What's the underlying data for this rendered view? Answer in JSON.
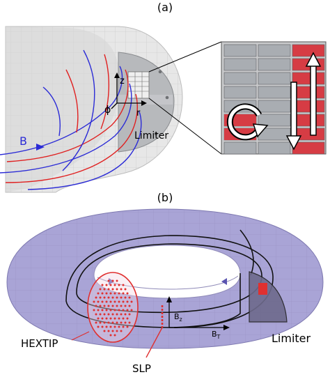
{
  "panel_a": {
    "title": "(a)",
    "label_z": "z",
    "label_phi": "ϕ",
    "label_r": "r",
    "label_limiter": "Limiter",
    "label_B": "B",
    "tile_grid": {
      "rows": 8,
      "columns": 3,
      "red_column": 2,
      "gray_color": "#a9adb2",
      "red_color": "#d63c44"
    },
    "field_colors": {
      "blue": "#2b2bd6",
      "red": "#e02020"
    }
  },
  "panel_b": {
    "title": "(b)",
    "label_Bz": "B",
    "label_Bz_sub": "z",
    "label_BT": "B",
    "label_BT_sub": "T",
    "label_limiter": "Limiter",
    "label_hextip": "HEXTIP",
    "label_slp": "SLP",
    "torus_color": "#a9a4d6",
    "probe_color": "#e03030"
  }
}
